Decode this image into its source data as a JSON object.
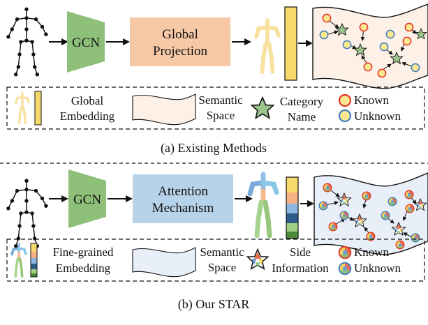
{
  "panel_a": {
    "gcn_label": "GCN",
    "projection_line1": "Global",
    "projection_line2": "Projection",
    "caption": "(a) Existing Methods",
    "legend": {
      "embedding_line1": "Global",
      "embedding_line2": "Embedding",
      "space_line1": "Semantic",
      "space_line2": "Space",
      "category_line1": "Category",
      "category_line2": "Name",
      "known": "Known",
      "unknown": "Unknown"
    }
  },
  "panel_b": {
    "gcn_label": "GCN",
    "attention_line1": "Attention",
    "attention_line2": "Mechanism",
    "caption": "(b) Our STAR",
    "legend": {
      "embedding_line1": "Fine-grained",
      "embedding_line2": "Embedding",
      "space_line1": "Semantic",
      "space_line2": "Space",
      "side_line1": "Side",
      "side_line2": "Information",
      "known": "Known",
      "unknown": "Unknown"
    }
  },
  "colors": {
    "gcn_fill": "#8fc07a",
    "projection_fill": "#f7c8a6",
    "attention_fill": "#b6d3ea",
    "space_a_fill": "#fdf0e6",
    "space_b_fill": "#e9eff8",
    "star_fill": "#9cc38a",
    "known_stroke": "#e23b2e",
    "unknown_stroke": "#4a7fc0",
    "dot_fill": "#fbe98f"
  }
}
